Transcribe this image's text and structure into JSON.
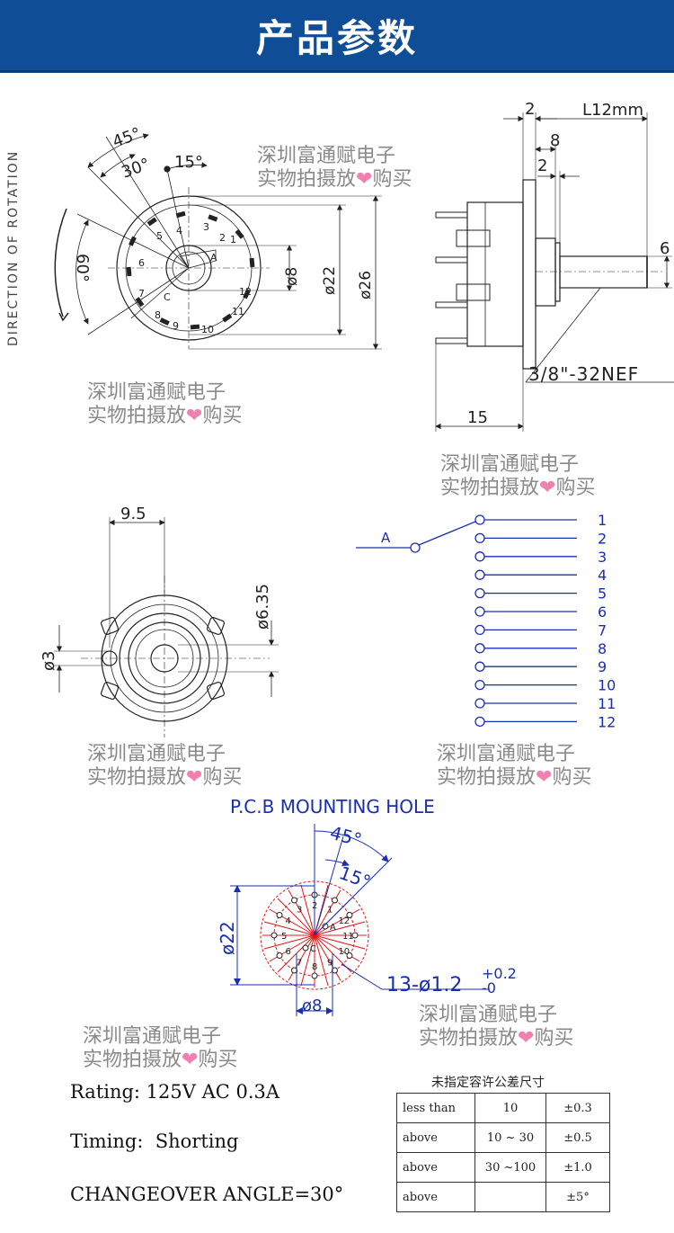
{
  "header": {
    "title": "产品参数"
  },
  "watermark": {
    "line1": "深圳富通赋电子",
    "line2_pre": "实物拍摄放",
    "heart": "❤",
    "line2_post": "购买"
  },
  "front_view": {
    "direction_text": "DIRECTION OF ROTATION",
    "angle_45": "45°",
    "angle_30": "30°",
    "angle_15": "15°",
    "angle_60": "60°",
    "dia_8": "ø8",
    "dia_22": "ø22",
    "dia_26": "ø26",
    "terminals": [
      "1",
      "2",
      "3",
      "4",
      "5",
      "6",
      "7",
      "8",
      "9",
      "10",
      "11",
      "12",
      "A",
      "C"
    ]
  },
  "side_view": {
    "dim_2a": "2",
    "dim_L": "L12mm",
    "dim_8": "8",
    "dim_2b": "2",
    "dim_6": "6",
    "thread": "3/8\"-32NEF",
    "dim_15": "15"
  },
  "bottom_view": {
    "dim_9_5": "9.5",
    "dim_6_35": "ø6.35",
    "dim_3": "ø3"
  },
  "schematic": {
    "common": "A",
    "positions": [
      "1",
      "2",
      "3",
      "4",
      "5",
      "6",
      "7",
      "8",
      "9",
      "10",
      "11",
      "12"
    ]
  },
  "pcb": {
    "title": "P.C.B MOUNTING HOLE",
    "angle_45": "45°",
    "angle_15": "15°",
    "dia_22": "ø22",
    "dia_8": "ø8",
    "holes": "13-ø1.2",
    "tol_plus": "+0.2",
    "tol_minus": "-0",
    "labels": [
      "1",
      "2",
      "3",
      "4",
      "5",
      "6",
      "7",
      "8",
      "9",
      "10",
      "11",
      "12",
      "A",
      "C"
    ]
  },
  "specs": {
    "rating": "Rating: 125V AC 0.3A",
    "timing_label": "Timing:",
    "timing_value": "Shorting",
    "angle": "CHANGEOVER ANGLE=30°"
  },
  "tolerance": {
    "caption": "未指定容许公差尺寸",
    "rows": [
      [
        "less than",
        "10",
        "±0.3"
      ],
      [
        "above",
        "10 ~ 30",
        "±0.5"
      ],
      [
        "above",
        "30 ~100",
        "±1.0"
      ],
      [
        "above",
        "",
        "±5°"
      ]
    ]
  },
  "colors": {
    "header_bg": "#0f4e96",
    "schematic": "#1a2fb0",
    "pcb_red": "#e01818",
    "watermark": "#8a8a8a"
  }
}
